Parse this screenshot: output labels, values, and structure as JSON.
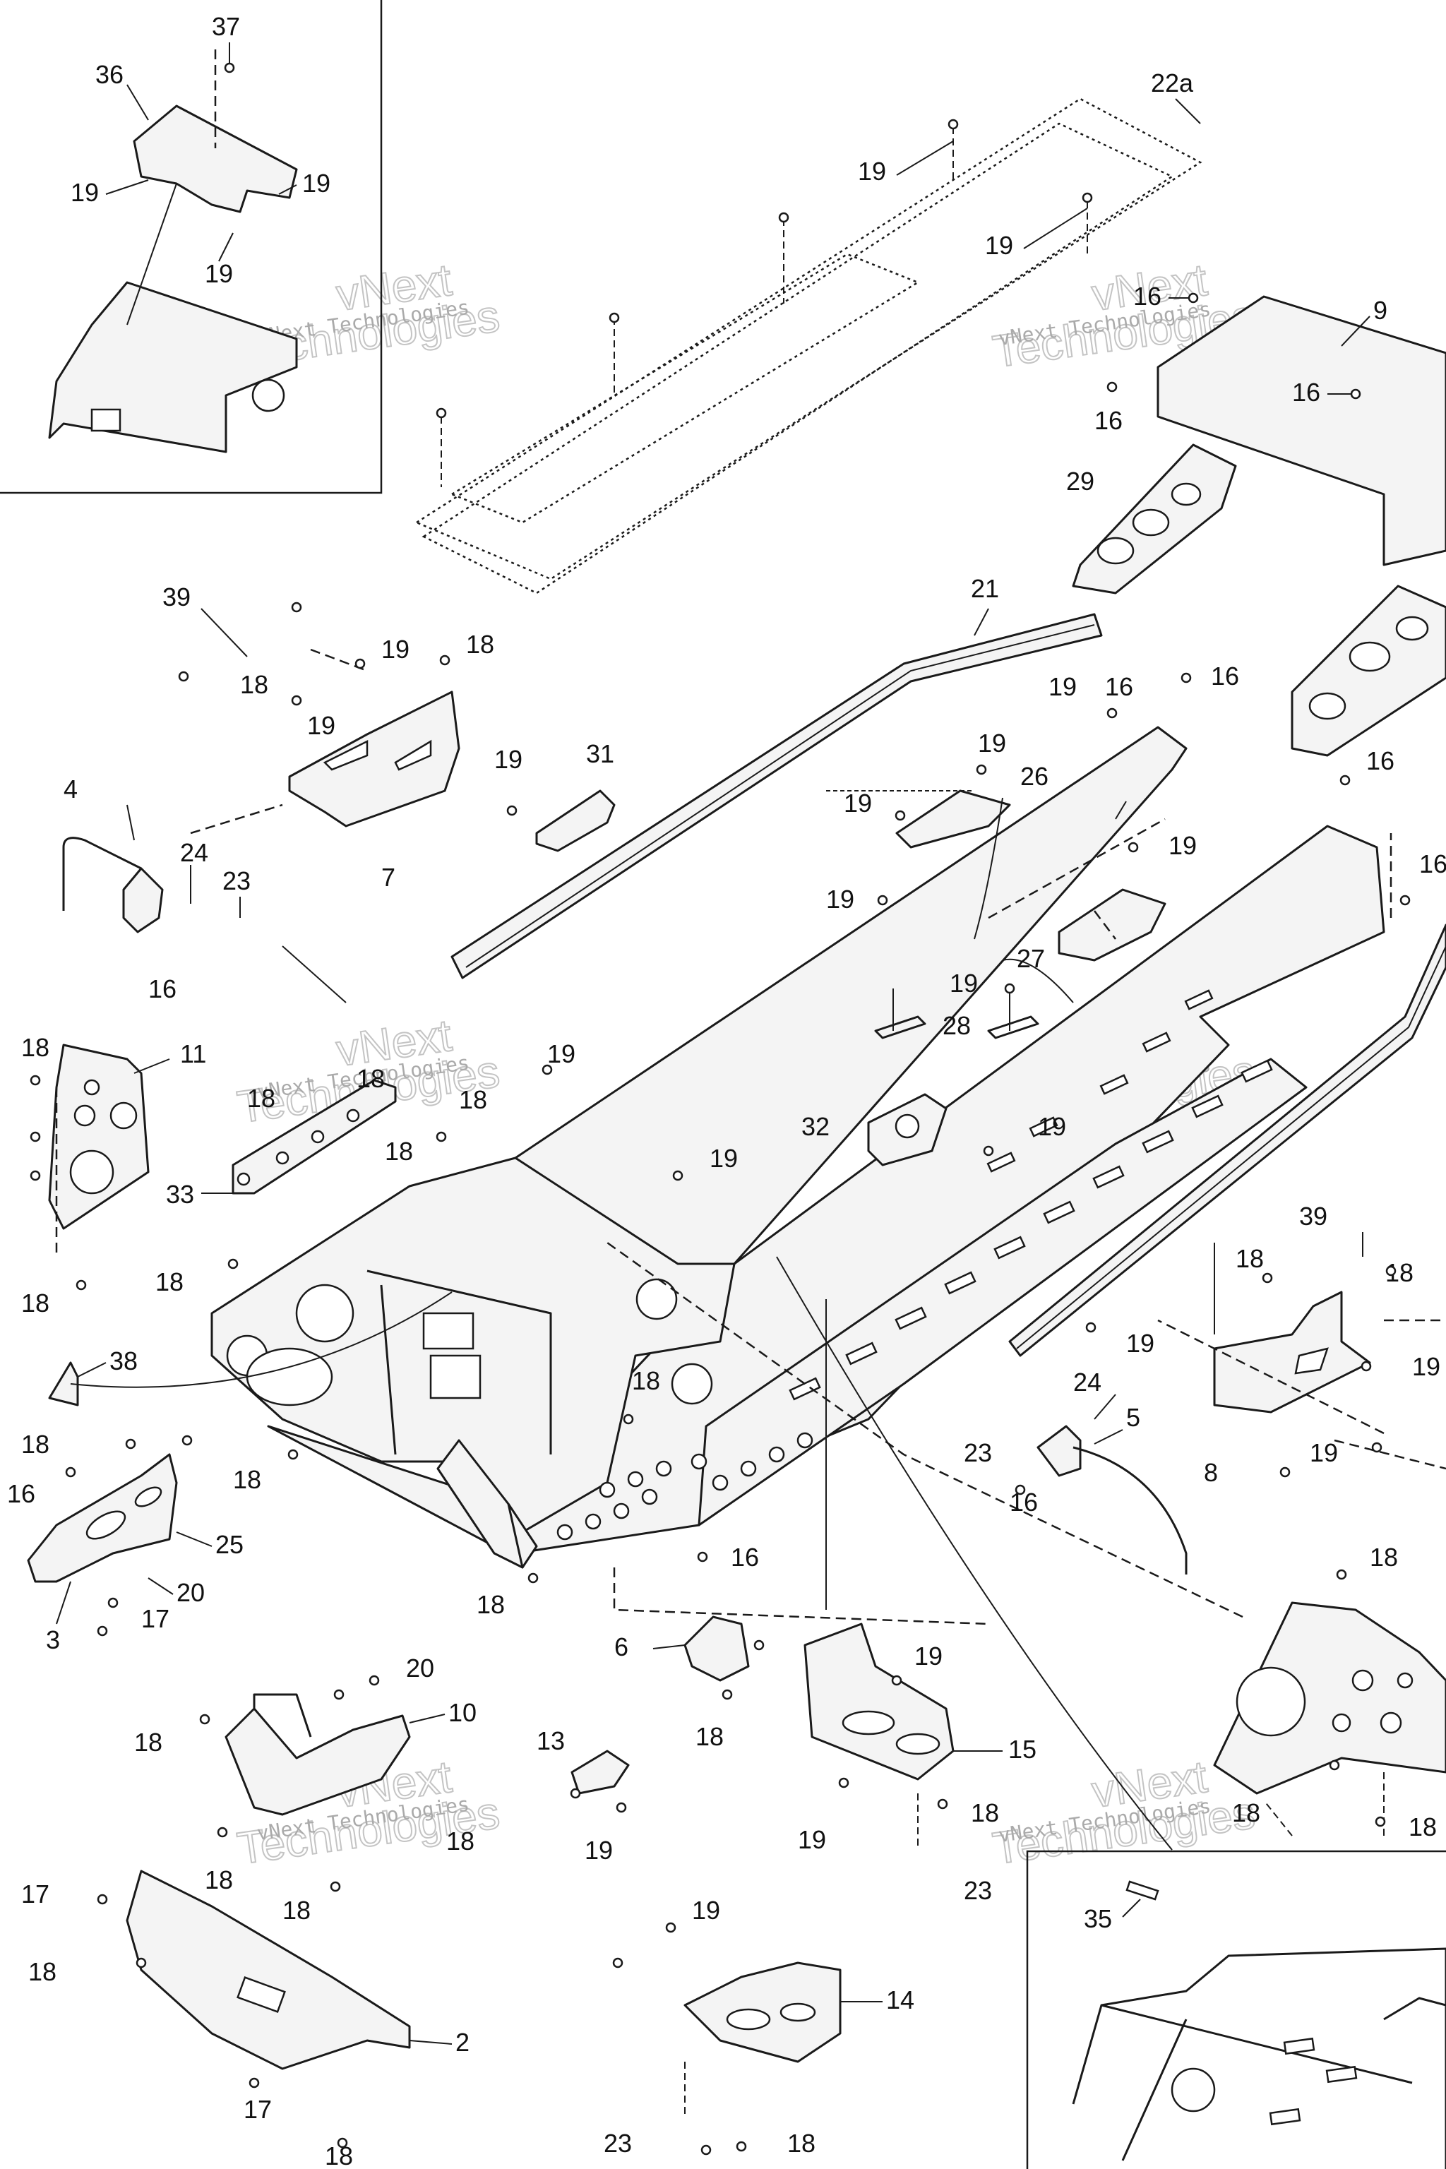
{
  "diagram": {
    "watermark_text": "vNext Technologies",
    "watermark_big_line1": "vNext",
    "watermark_big_line2": "Technologies",
    "callouts": {
      "c37": "37",
      "c36": "36",
      "c19_a": "19",
      "c19_b": "19",
      "c19_c": "19",
      "c22a": "22a",
      "c19_d": "19",
      "c19_e": "19",
      "c16_a": "16",
      "c9": "9",
      "c16_b": "16",
      "c16_c": "16",
      "c29": "29",
      "c21": "21",
      "c39_a": "39",
      "c19_f": "19",
      "c18_a": "18",
      "c18_b": "18",
      "c19_g": "19",
      "c19_h": "19",
      "c31": "31",
      "c7": "7",
      "c19_i": "19",
      "c16_d": "16",
      "c16_e": "16",
      "c19_j": "19",
      "c19_k": "19",
      "c26": "26",
      "c4": "4",
      "c24_a": "24",
      "c23_a": "23",
      "c16_f": "16",
      "c16_g": "16",
      "c19_l": "19",
      "c19_m": "19",
      "c27": "27",
      "c16_h": "16",
      "c19_n": "19",
      "c28": "28",
      "c18_c": "18",
      "c11": "11",
      "c18_d": "18",
      "c18_e": "18",
      "c18_f": "18",
      "c19_o": "19",
      "c32": "32",
      "c19_p": "19",
      "c33": "33",
      "c19_q": "19",
      "c18_g": "18",
      "c18_h": "18",
      "c39_b": "39",
      "c18_i": "18",
      "c18_j": "18",
      "c38": "38",
      "c19_r": "19",
      "c18_k": "18",
      "c24_b": "24",
      "c5": "5",
      "c19_s": "19",
      "c18_l": "18",
      "c23_b": "23",
      "c16_i": "16",
      "c8": "8",
      "c16_j": "16",
      "c18_m": "18",
      "c25": "25",
      "c16_k": "16",
      "c20_a": "20",
      "c17_a": "17",
      "c3": "3",
      "c18_n": "18",
      "c6": "6",
      "c19_t": "19",
      "c18_o": "18",
      "c20_b": "20",
      "c10": "10",
      "c18_p": "18",
      "c15": "15",
      "c13": "13",
      "c18_q": "18",
      "c19_u": "19",
      "c19_v": "19",
      "c18_r": "18",
      "c18_s": "18",
      "c23_c": "23",
      "c18_t": "18",
      "c18_u": "18",
      "c18_v": "18",
      "c17_b": "17",
      "c35": "35",
      "c18_w": "18",
      "c19_w": "19",
      "c14": "14",
      "c2": "2",
      "c17_c": "17",
      "c23_d": "23",
      "c18_x": "18",
      "c18_y": "18"
    }
  }
}
